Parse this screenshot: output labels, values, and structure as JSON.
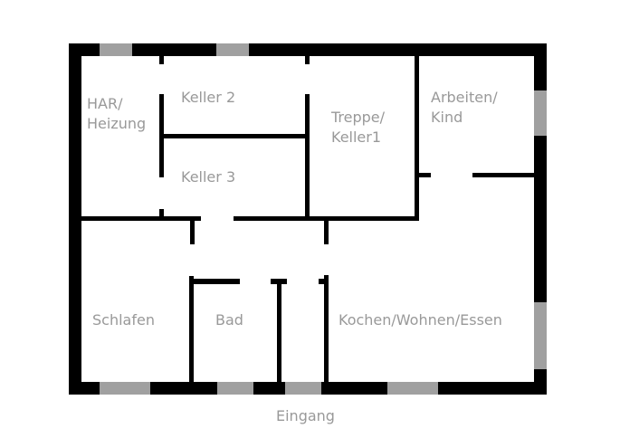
{
  "colors": {
    "wall": "#000000",
    "window": "#a0a0a0",
    "label": "#999999",
    "background": "#ffffff"
  },
  "rooms": {
    "har_heizung": "HAR/\nHeizung",
    "keller2": "Keller 2",
    "keller3": "Keller 3",
    "treppe_keller1": "Treppe/\nKeller1",
    "arbeiten_kind": "Arbeiten/\nKind",
    "schlafen": "Schlafen",
    "bad": "Bad",
    "kochen_wohnen_essen": "Kochen/Wohnen/Essen"
  },
  "entrance_label": "Eingang"
}
